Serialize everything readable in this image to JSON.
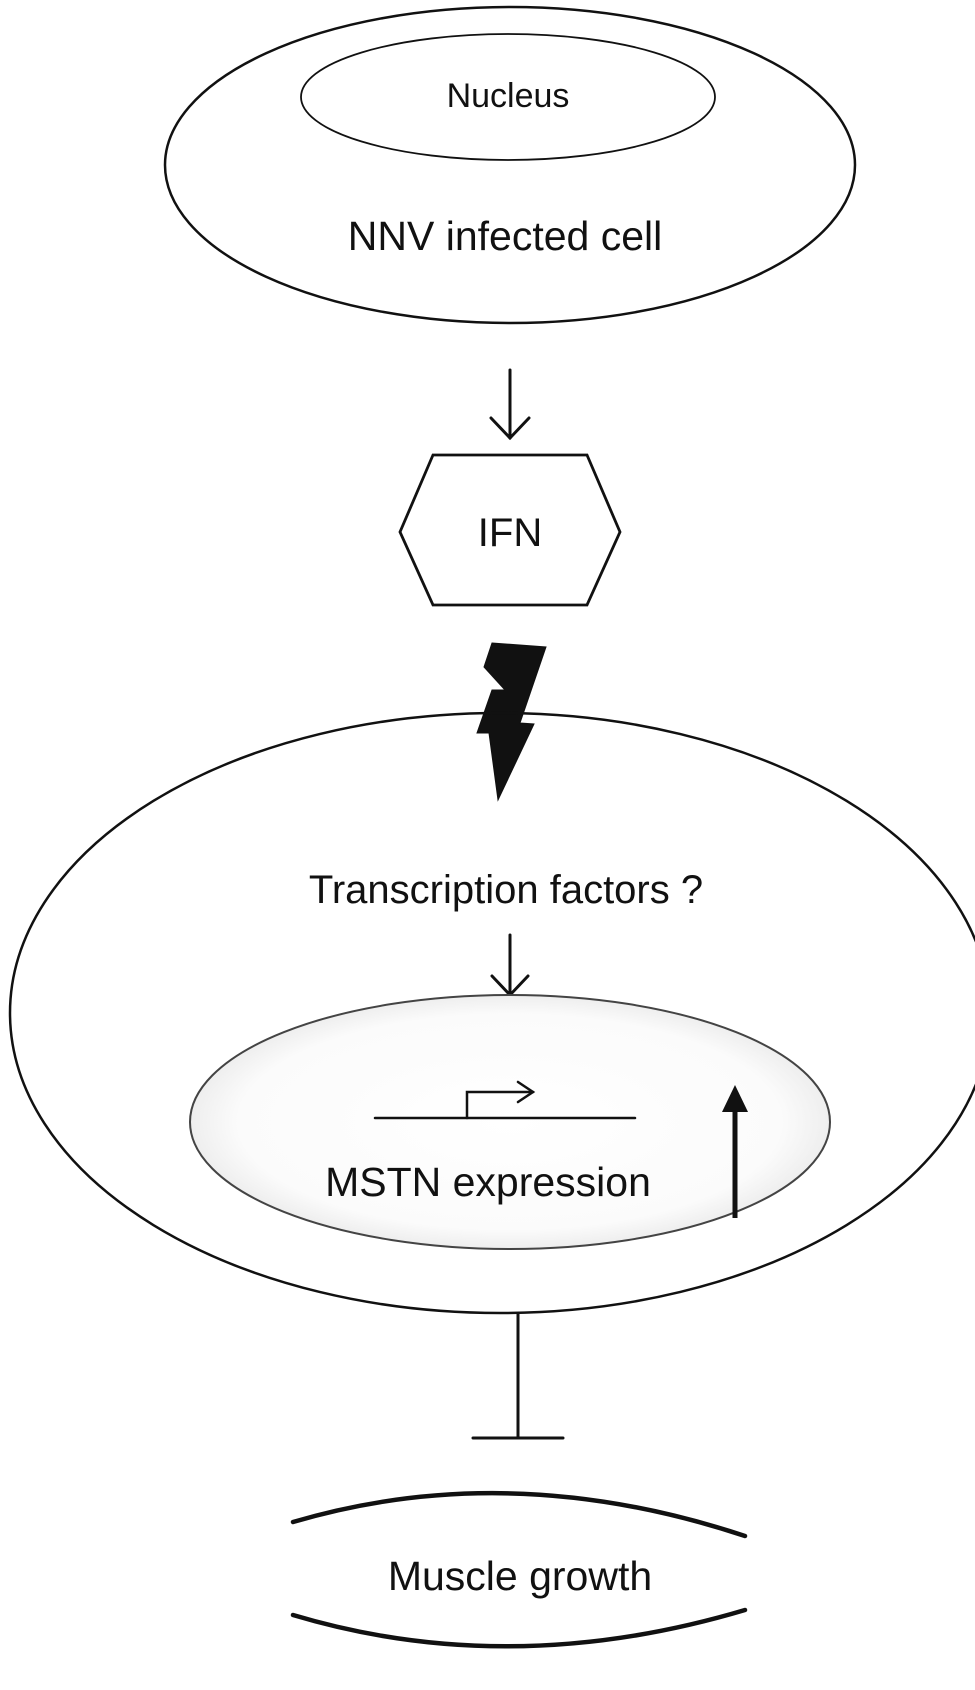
{
  "labels": {
    "nucleus": "Nucleus",
    "infected_cell": "NNV infected cell",
    "ifn": "IFN",
    "transcription_factors": "Transcription factors ?",
    "mstn_expression": "MSTN expression",
    "muscle_growth": "Muscle growth"
  },
  "colors": {
    "stroke": "#111111",
    "nucleus_outline": "#555555",
    "background": "#ffffff"
  }
}
